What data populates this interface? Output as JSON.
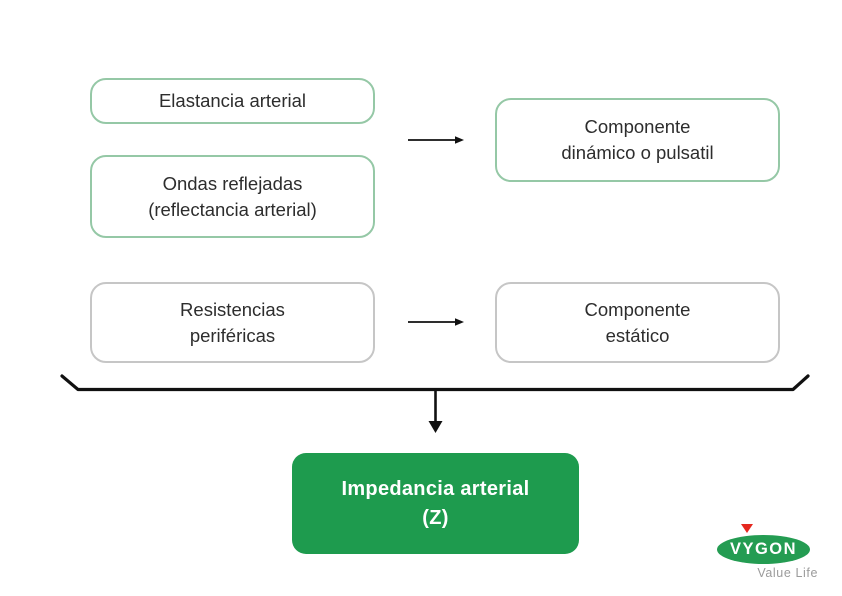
{
  "colors": {
    "green_outline": "#95c8a6",
    "gray_outline": "#c6c6c6",
    "green_fill": "#1e9b4e",
    "text_dark": "#2d2d2d",
    "connector_black": "#111111",
    "logo_green": "#249c52",
    "logo_red": "#e5271f",
    "tagline_gray": "#9b9b9b"
  },
  "boxes": {
    "elastancia": {
      "label": "Elastancia arterial"
    },
    "ondas": {
      "label": "Ondas reflejadas\n(reflectancia arterial)"
    },
    "dinamico": {
      "label": "Componente\ndinámico o pulsatil"
    },
    "resistencias": {
      "label": "Resistencias\nperiféricas"
    },
    "estatico": {
      "label": "Componente\nestático"
    },
    "impedancia": {
      "label": "Impedancia arterial\n(Z)"
    }
  },
  "logo": {
    "brand": "VYGON",
    "tagline": "Value Life"
  }
}
